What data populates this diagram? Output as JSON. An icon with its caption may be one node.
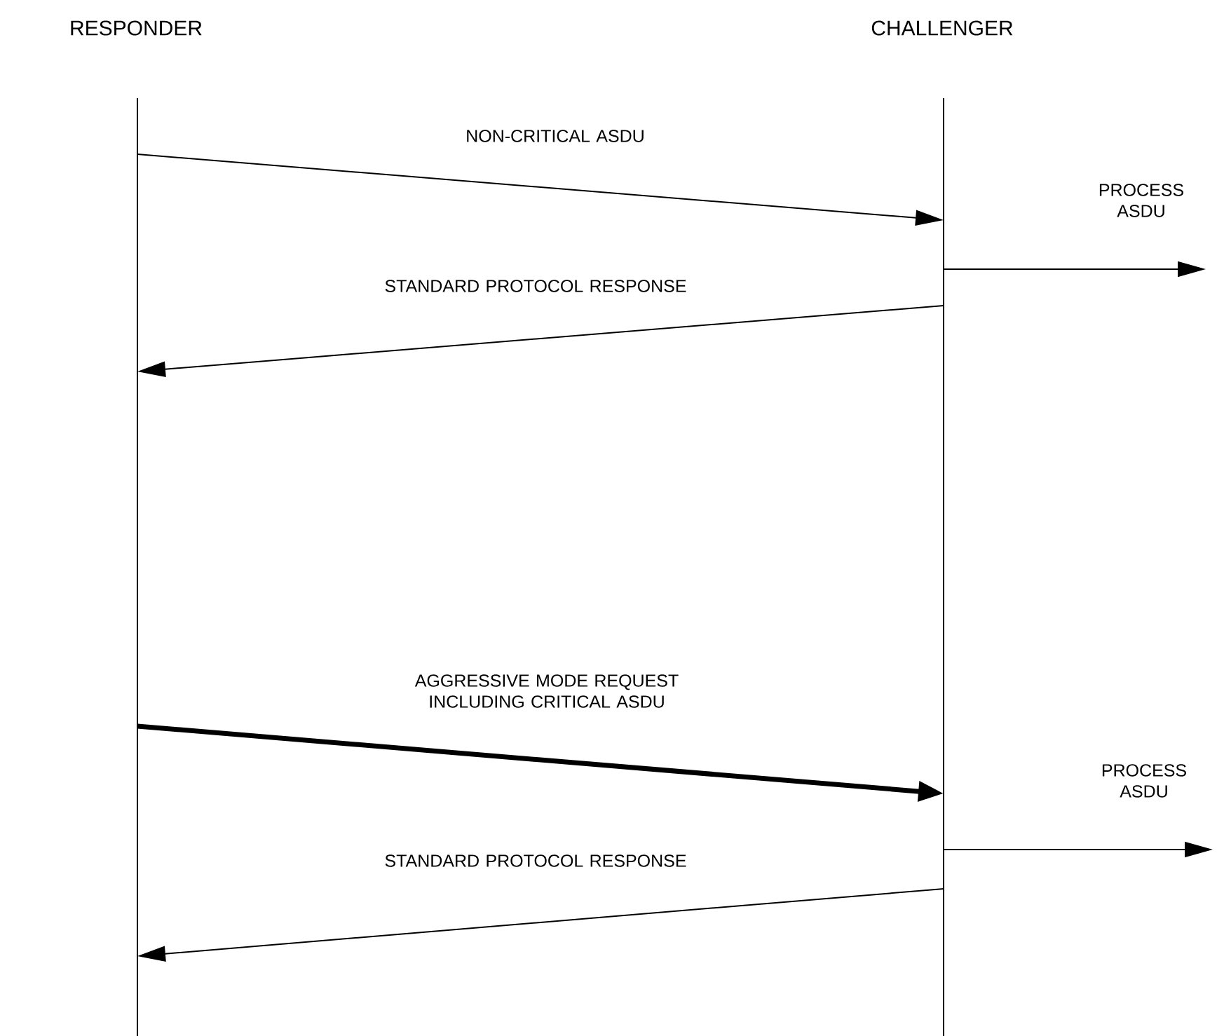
{
  "diagram": {
    "nodes": [
      {
        "text": [
          "RESPONDER"
        ]
      },
      {
        "text": [
          "CHALLENGER"
        ]
      }
    ],
    "edges": [
      {
        "from": 0,
        "to": 1,
        "arrow": "to",
        "label": "NON-CRITICAL ASDU"
      },
      {
        "from": 1,
        "to": null,
        "arrow": "to",
        "label": "PROCESS ASDU"
      },
      {
        "from": 1,
        "to": 0,
        "arrow": "to",
        "label": "STANDARD PROTOCOL RESPONSE"
      },
      {
        "from": 0,
        "to": 1,
        "arrow": "to",
        "label": "AGGRESSIVE MODE REQUEST INCLUDING CRITICAL ASDU",
        "style": "thick"
      },
      {
        "from": 1,
        "to": null,
        "arrow": "to",
        "label": "PROCESS ASDU"
      },
      {
        "from": 1,
        "to": 0,
        "arrow": "to",
        "label": "STANDARD PROTOCOL RESPONSE"
      }
    ]
  }
}
